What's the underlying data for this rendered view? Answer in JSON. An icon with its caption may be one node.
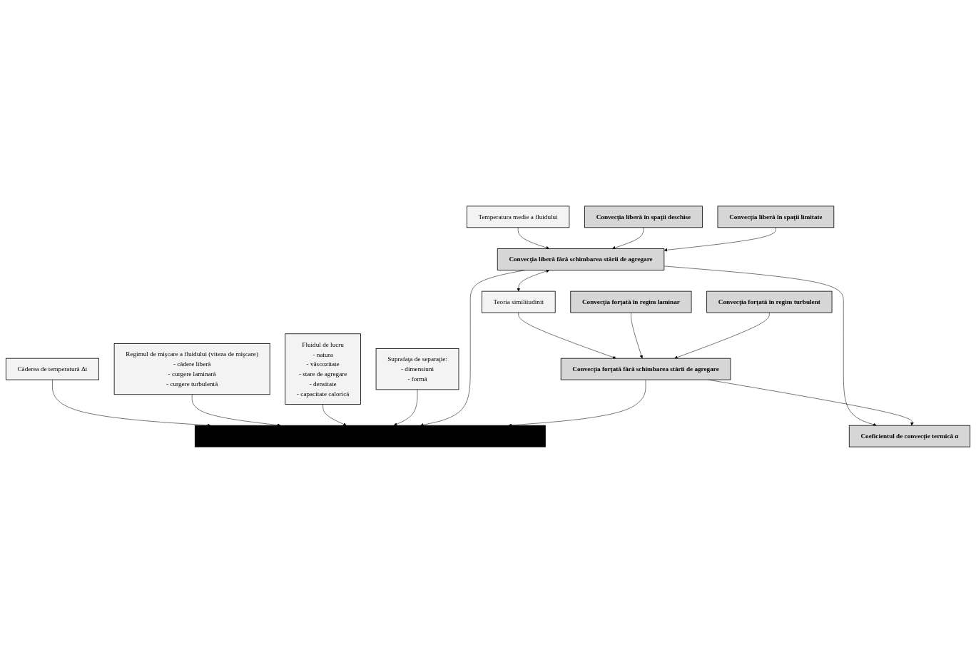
{
  "diagram": {
    "nodes": [
      {
        "text": [
          "Căderea de temperatură Δt"
        ]
      },
      {
        "text": [
          "Fluidul de lucru",
          "- natura",
          "- vâscozitate",
          "- stare de agregare",
          "- densitate",
          "- capacitate calorică"
        ]
      },
      {
        "text": [
          "Regimul de mişcare a fluidului (viteza de mişcare)",
          "- cădere liberă",
          "- curgere laminară",
          "- curgere turbulentă"
        ]
      },
      {
        "text": [
          "Suprafaţa de separaţie:",
          "- dimensiuni",
          "- formă"
        ]
      },
      {
        "text": [],
        "shape": "bar"
      },
      {
        "text": [
          "Coeficientul de convecţie termică α"
        ]
      },
      {
        "text": [
          "Temperatura medie a fluidului"
        ]
      },
      {
        "text": [
          "Teoria similitudinii"
        ]
      },
      {
        "text": [
          "Convecţia liberă fără schimbarea stării de agregare"
        ]
      },
      {
        "text": [
          "Convecţia forţată fără schimbarea stării de agregare"
        ]
      },
      {
        "text": [
          "Convecţia liberă în spaţii deschise"
        ]
      },
      {
        "text": [
          "Convecţia liberă în spaţii limitate"
        ]
      },
      {
        "text": [
          "Convecţia forţată în regim laminar"
        ]
      },
      {
        "text": [
          "Convecţia forţată în regim turbulent"
        ]
      }
    ],
    "edges": [
      {
        "from": 0,
        "to": 4,
        "arrow": "to"
      },
      {
        "from": 2,
        "to": 4,
        "arrow": "to"
      },
      {
        "from": 1,
        "to": 4,
        "arrow": "to"
      },
      {
        "from": 3,
        "to": 4,
        "arrow": "to"
      },
      {
        "from": 8,
        "to": 4,
        "arrow": "to"
      },
      {
        "from": 8,
        "to": 5,
        "arrow": "to"
      },
      {
        "from": 9,
        "to": 4,
        "arrow": "to"
      },
      {
        "from": 9,
        "to": 5,
        "arrow": "to"
      },
      {
        "from": 6,
        "to": 8,
        "arrow": "to"
      },
      {
        "from": 8,
        "to": 7,
        "arrow": "both"
      },
      {
        "from": 7,
        "to": 9,
        "arrow": "to"
      },
      {
        "from": 10,
        "to": 8,
        "arrow": "to"
      },
      {
        "from": 11,
        "to": 8,
        "arrow": "to"
      },
      {
        "from": 12,
        "to": 9,
        "arrow": "to"
      },
      {
        "from": 13,
        "to": 9,
        "arrow": "to"
      }
    ]
  }
}
